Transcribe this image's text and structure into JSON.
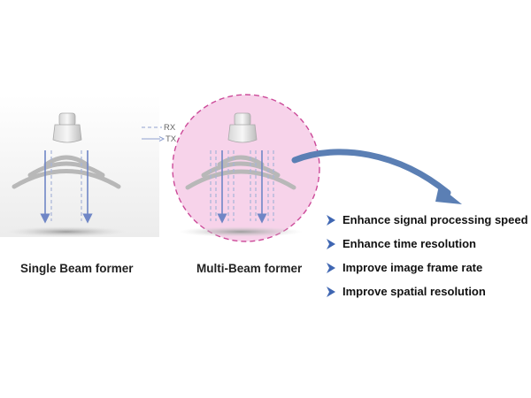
{
  "legend": {
    "rx_label": "RX",
    "tx_label": "TX"
  },
  "panels": {
    "single": {
      "caption": "Single Beam former"
    },
    "multi": {
      "caption": "Multi-Beam former"
    }
  },
  "benefits": [
    "Enhance signal processing speed",
    "Enhance time resolution",
    "Improve image frame rate",
    "Improve spatial resolution"
  ],
  "colors": {
    "panel_bg": "#efefef",
    "wave": "#b8b8b8",
    "beam": "#6f86c6",
    "rx_dash": "#a7b3d8",
    "circle_fill": "#f7d3ea",
    "circle_stroke": "#cc4a99",
    "arrow": "#5b7fb4",
    "bullet": "#3f66b2"
  }
}
